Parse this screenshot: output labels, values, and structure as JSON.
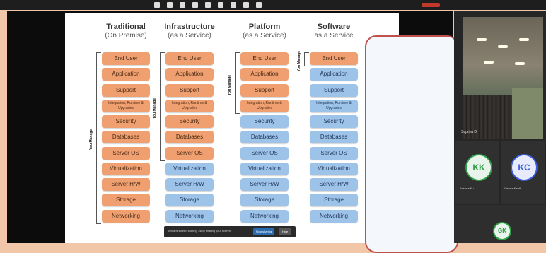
{
  "columns": [
    {
      "title": "Traditional",
      "subtitle": "(On Premise)",
      "manage_label": "You Manage",
      "items": [
        {
          "label": "End User",
          "managed": true
        },
        {
          "label": "Application",
          "managed": true
        },
        {
          "label": "Support",
          "managed": true
        },
        {
          "label": "Integration, Runtime & Upgrades",
          "managed": true
        },
        {
          "label": "Security",
          "managed": true
        },
        {
          "label": "Databases",
          "managed": true
        },
        {
          "label": "Server OS",
          "managed": true
        },
        {
          "label": "Virtualization",
          "managed": true
        },
        {
          "label": "Server H/W",
          "managed": true
        },
        {
          "label": "Storage",
          "managed": true
        },
        {
          "label": "Networking",
          "managed": true
        }
      ]
    },
    {
      "title": "Infrastructure",
      "subtitle": "(as a Service)",
      "manage_label": "You Manage",
      "items": [
        {
          "label": "End User",
          "managed": true
        },
        {
          "label": "Application",
          "managed": true
        },
        {
          "label": "Support",
          "managed": true
        },
        {
          "label": "Integration, Runtime & Upgrades",
          "managed": true
        },
        {
          "label": "Security",
          "managed": true
        },
        {
          "label": "Databases",
          "managed": true
        },
        {
          "label": "Server OS",
          "managed": true
        },
        {
          "label": "Virtualization",
          "managed": false
        },
        {
          "label": "Server H/W",
          "managed": false
        },
        {
          "label": "Storage",
          "managed": false
        },
        {
          "label": "Networking",
          "managed": false
        }
      ]
    },
    {
      "title": "Platform",
      "subtitle": "(as a Service)",
      "manage_label": "You Manage",
      "items": [
        {
          "label": "End User",
          "managed": true
        },
        {
          "label": "Application",
          "managed": true
        },
        {
          "label": "Support",
          "managed": true
        },
        {
          "label": "Integration, Runtime & Upgrades",
          "managed": true
        },
        {
          "label": "Security",
          "managed": false
        },
        {
          "label": "Databases",
          "managed": false
        },
        {
          "label": "Server OS",
          "managed": false
        },
        {
          "label": "Virtualization",
          "managed": false
        },
        {
          "label": "Server H/W",
          "managed": false
        },
        {
          "label": "Storage",
          "managed": false
        },
        {
          "label": "Networking",
          "managed": false
        }
      ]
    },
    {
      "title": "Software",
      "subtitle": "as a Service",
      "manage_label": "You Manage",
      "items": [
        {
          "label": "End User",
          "managed": true
        },
        {
          "label": "Application",
          "managed": false
        },
        {
          "label": "Support",
          "managed": false
        },
        {
          "label": "Integration, Runtime & Upgrades",
          "managed": false
        },
        {
          "label": "Security",
          "managed": false
        },
        {
          "label": "Databases",
          "managed": false
        },
        {
          "label": "Server OS",
          "managed": false
        },
        {
          "label": "Virtualization",
          "managed": false
        },
        {
          "label": "Server H/W",
          "managed": false
        },
        {
          "label": "Storage",
          "managed": false
        },
        {
          "label": "Networking",
          "managed": false
        }
      ]
    }
  ],
  "colors": {
    "managed": "#f0a070",
    "vendor": "#9ec3e8",
    "highlight": "#c0504d"
  },
  "notification": {
    "text": "Anna is screen sharing - stop sharing your screen",
    "primary": "Stop sharing",
    "secondary": "Hide"
  },
  "participants": {
    "video_name": "Supriya D",
    "tiles": [
      {
        "initials": "KK",
        "name": "Krishna Ku...",
        "color": "#2f9e44"
      },
      {
        "initials": "KC",
        "name": "Krishna Kanth...",
        "color": "#3b5bdb"
      }
    ],
    "lower": {
      "initials": "GK",
      "color": "#2f9e44"
    }
  }
}
